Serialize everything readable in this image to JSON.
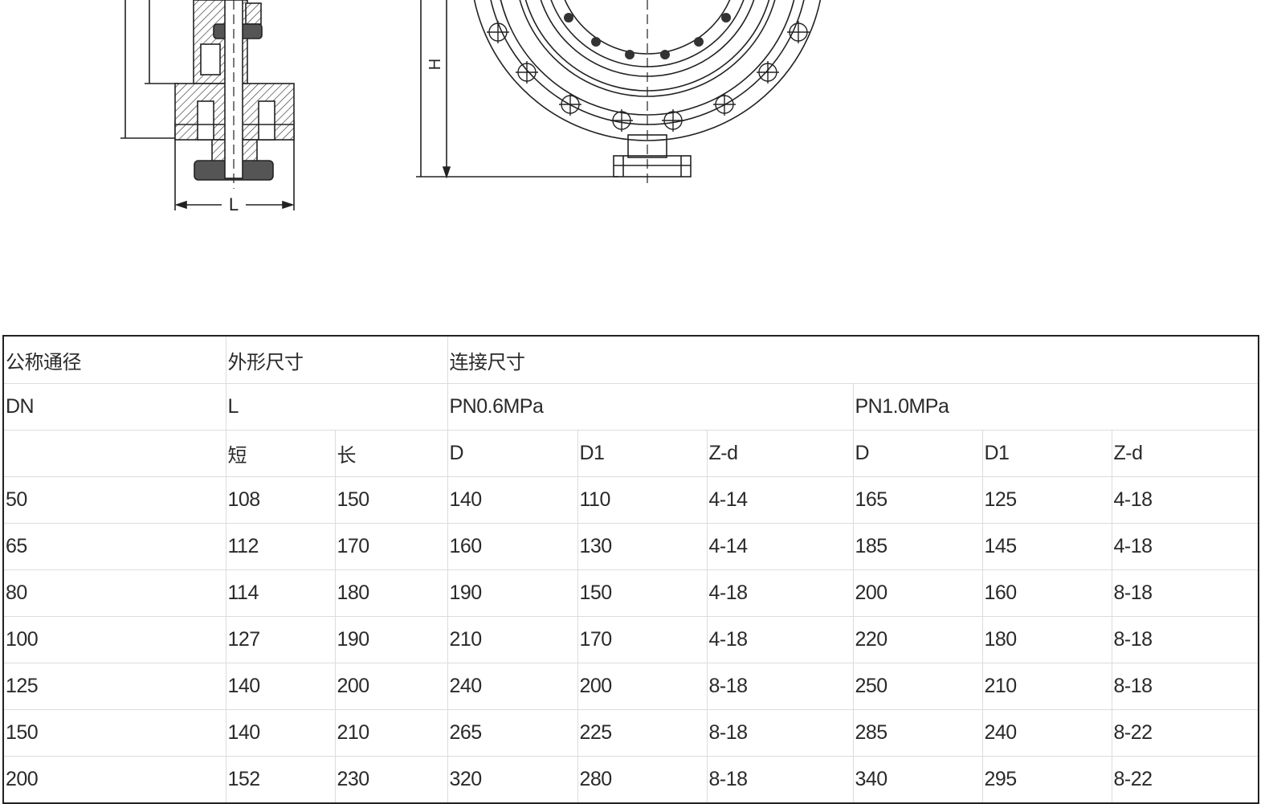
{
  "drawing": {
    "dimension_labels": {
      "length": "L",
      "height": "H"
    }
  },
  "table": {
    "header": {
      "nominal_diameter": "公称通径",
      "dn": "DN",
      "outer_dimensions": "外形尺寸",
      "l": "L",
      "short": "短",
      "long": "长",
      "connection_dimensions": "连接尺寸",
      "pn06": "PN0.6MPa",
      "pn10": "PN1.0MPa",
      "d": "D",
      "d1": "D1",
      "zd": "Z-d"
    },
    "rows": [
      [
        "50",
        "108",
        "150",
        "140",
        "110",
        "4-14",
        "165",
        "125",
        "4-18"
      ],
      [
        "65",
        "112",
        "170",
        "160",
        "130",
        "4-14",
        "185",
        "145",
        "4-18"
      ],
      [
        "80",
        "114",
        "180",
        "190",
        "150",
        "4-18",
        "200",
        "160",
        "8-18"
      ],
      [
        "100",
        "127",
        "190",
        "210",
        "170",
        "4-18",
        "220",
        "180",
        "8-18"
      ],
      [
        "125",
        "140",
        "200",
        "240",
        "200",
        "8-18",
        "250",
        "210",
        "8-18"
      ],
      [
        "150",
        "140",
        "210",
        "265",
        "225",
        "8-18",
        "285",
        "240",
        "8-22"
      ],
      [
        "200",
        "152",
        "230",
        "320",
        "280",
        "8-18",
        "340",
        "295",
        "8-22"
      ]
    ]
  }
}
